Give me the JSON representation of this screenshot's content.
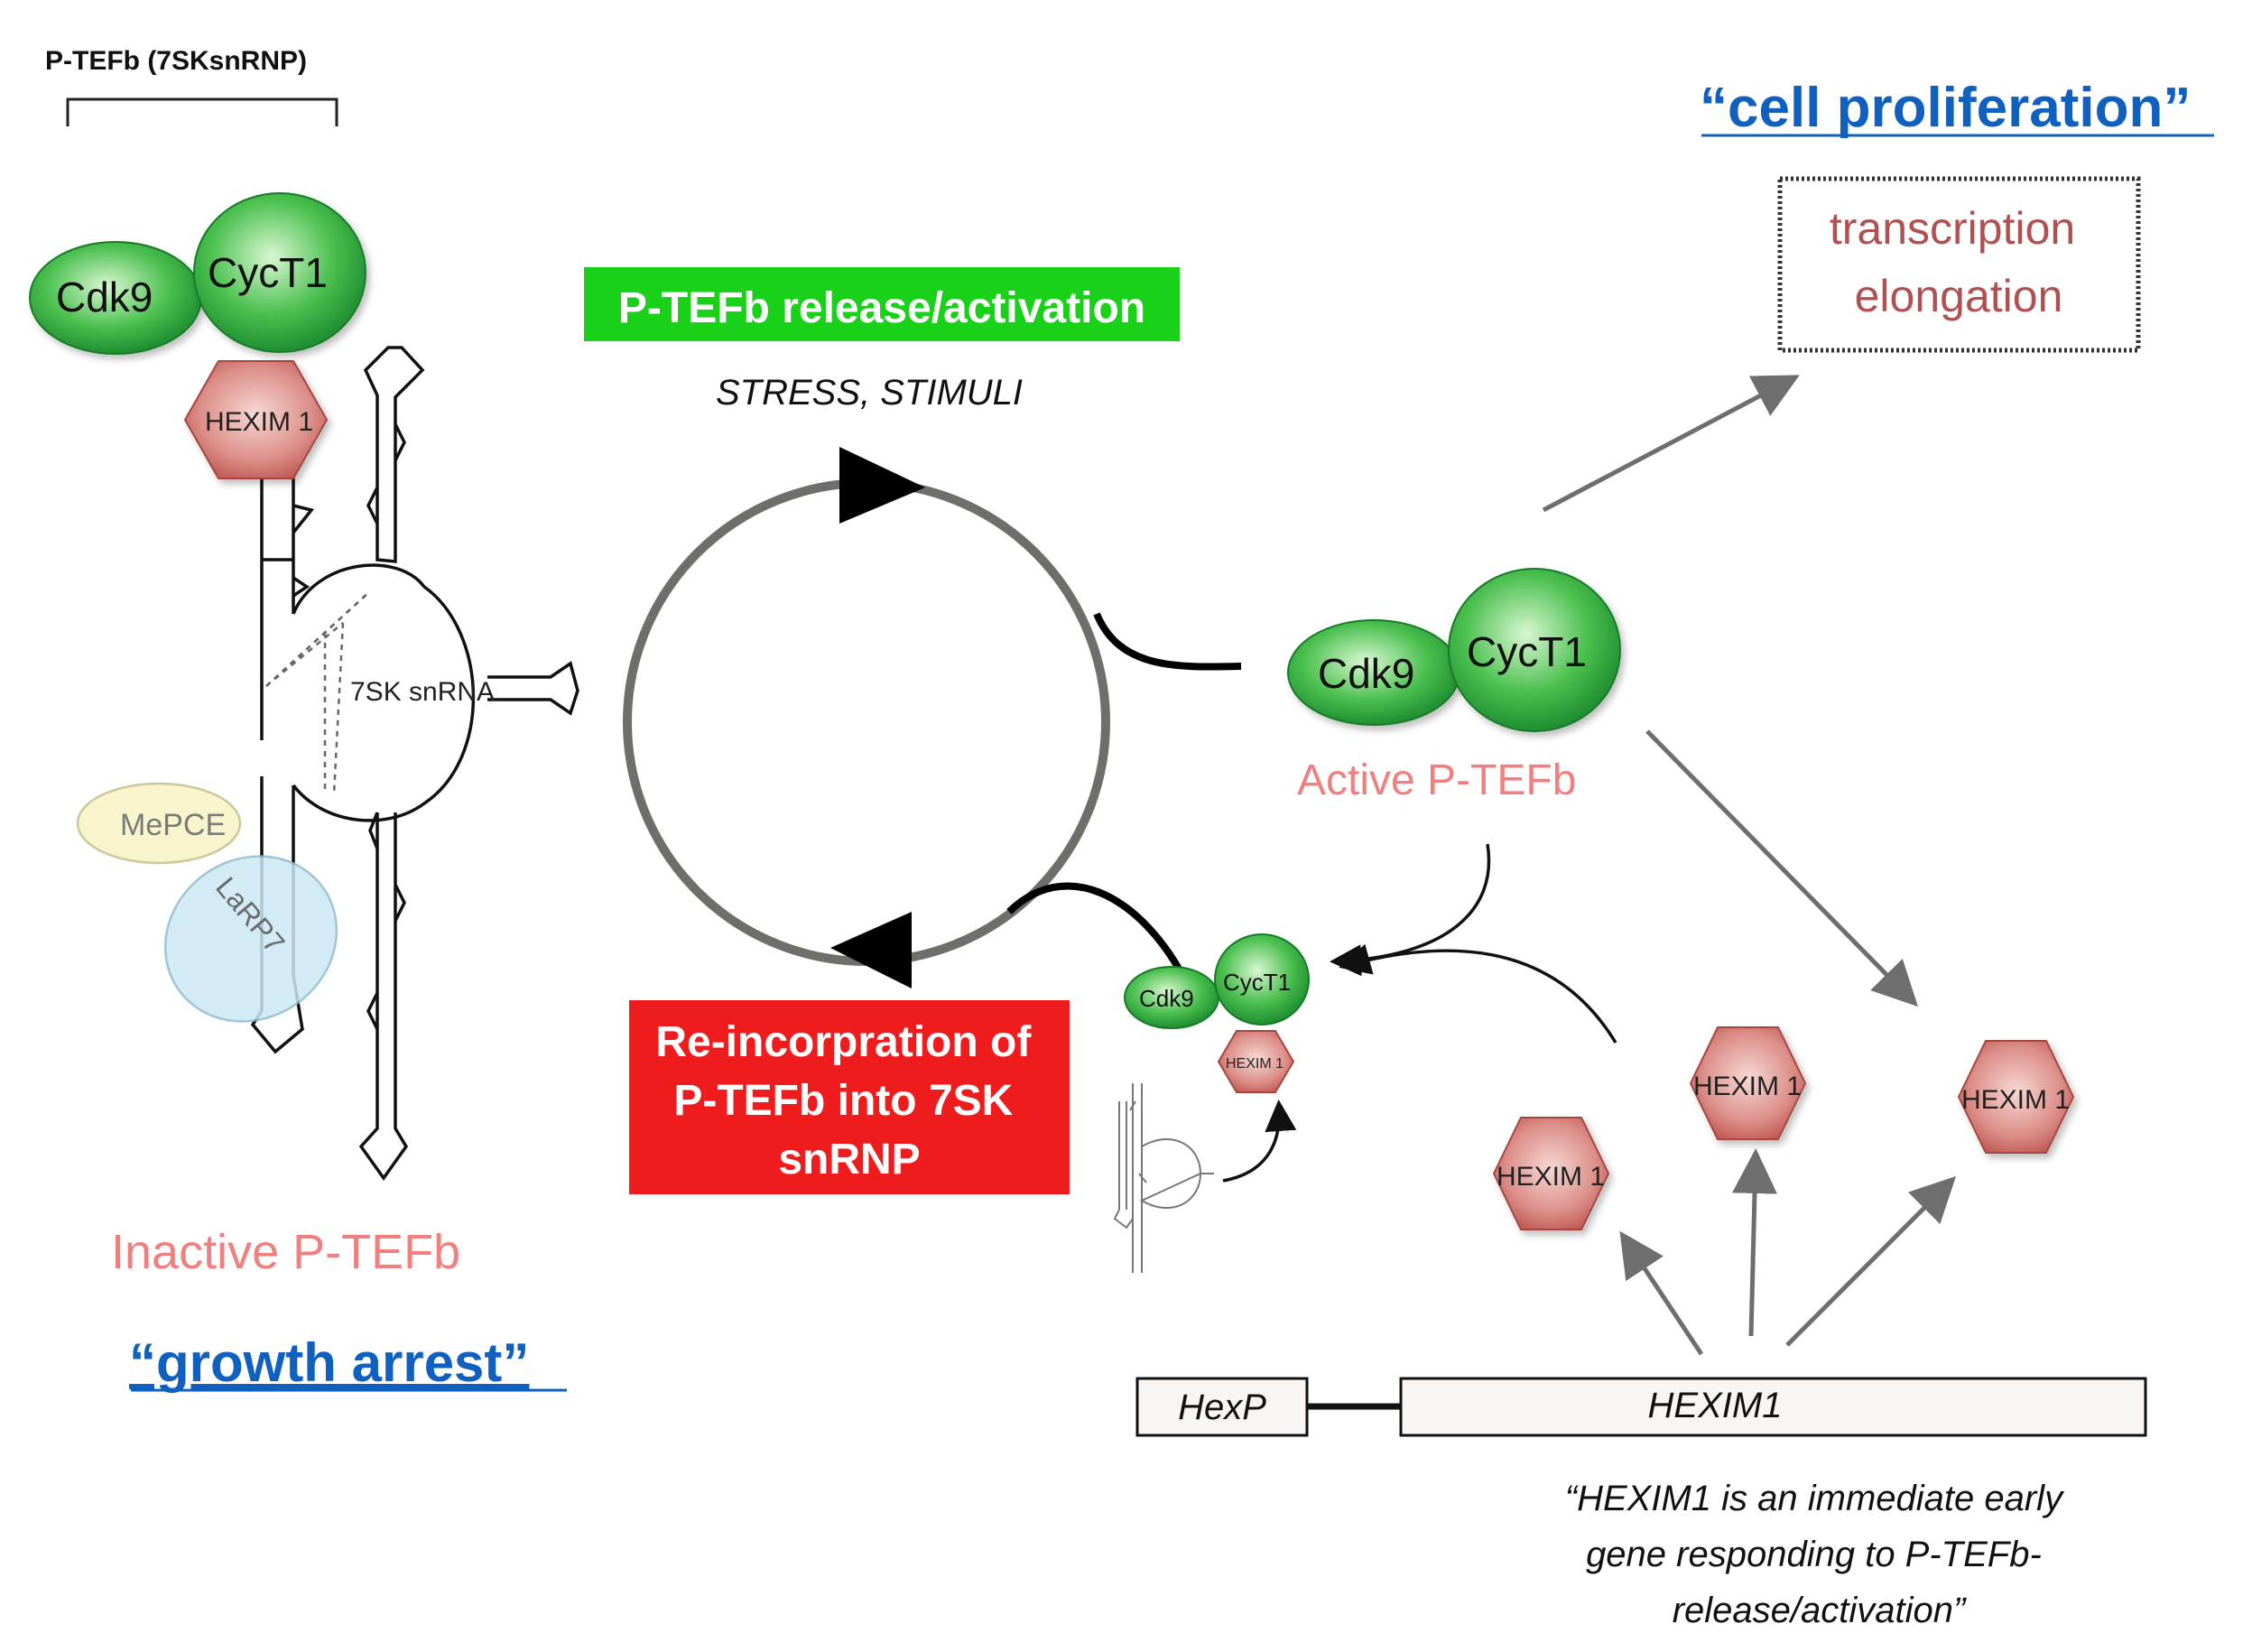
{
  "header_label": "P-TEFb (7SKsnRNP)",
  "left": {
    "cdk9": "Cdk9",
    "cyct1": "CycT1",
    "hexim": "HEXIM 1",
    "snrna": "7SK snRNA",
    "mepce": "MePCE",
    "larp7": "LaRP7",
    "state_label": "Inactive P-TEFb",
    "phenotype_label": "“growth arrest”"
  },
  "cycle": {
    "release_label": "P-TEFb release/activation",
    "stimuli_label": "STRESS, STIMULI",
    "reincorporation_label": "Re-incorpration of\nP-TEFb into 7SK\nsnRNP"
  },
  "active": {
    "cdk9": "Cdk9",
    "cyct1": "CycT1",
    "state_label": "Active P-TEFb"
  },
  "small_complex": {
    "cdk9": "Cdk9",
    "cyct1": "CycT1",
    "hexim": "HEXIM 1"
  },
  "right": {
    "phenotype_label": "“cell proliferation”",
    "outcome_label": "transcription\nelongation",
    "hexim_proteins": [
      "HEXIM 1",
      "HEXIM 1",
      "HEXIM 1",
      "HEXIM 1"
    ],
    "promoter_label": "HexP",
    "gene_label": "HEXIM1",
    "quote": "“HEXIM1 is an immediate early\ngene responding to P-TEFb-\nrelease/activation”"
  },
  "colors": {
    "green_dark": "#1a8a2e",
    "green_light": "#c8f0c4",
    "hexim_red": "#c0504d",
    "hexim_light": "#f0c6c2",
    "release_box": "#19d119",
    "reincorporation_box": "#ee1c1c",
    "state_label_color": "#f08080",
    "link_blue": "#1060c0",
    "outcome_text": "#b05050",
    "mepce_fill": "#f8f4c8",
    "larp7_fill": "#cce8f4"
  }
}
